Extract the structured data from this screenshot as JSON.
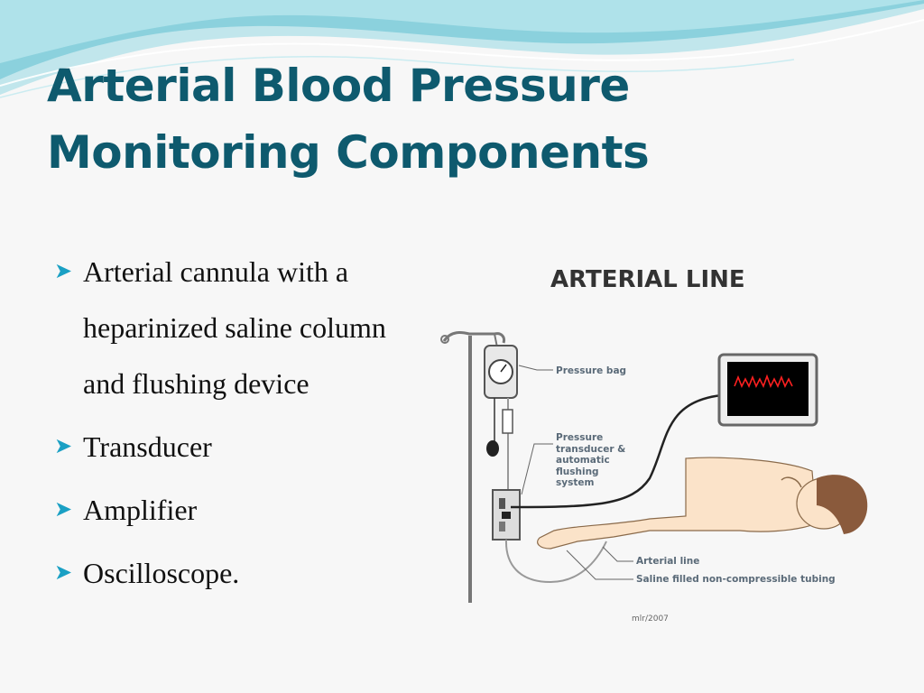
{
  "slide": {
    "title_line1": "Arterial Blood Pressure",
    "title_line2": "Monitoring Components",
    "bullets": [
      {
        "line1": "Arterial cannula with a",
        "line2": "heparinized saline column",
        "line3": "and flushing device"
      },
      {
        "line1": "Transducer"
      },
      {
        "line1": "Amplifier"
      },
      {
        "line1": "Oscilloscope."
      }
    ],
    "bullet_icon": "arrow-bullet-icon"
  },
  "diagram": {
    "title": "ARTERIAL LINE",
    "labels": {
      "pressure_bag": "Pressure bag",
      "transducer_l1": "Pressure",
      "transducer_l2": "transducer &",
      "transducer_l3": "automatic",
      "transducer_l4": "flushing",
      "transducer_l5": "system",
      "arterial_line": "Arterial line",
      "tubing": "Saline filled non-compressible tubing"
    },
    "credit": "mlr/2007"
  },
  "colors": {
    "title": "#0e5a6e",
    "bullet_arrow": "#1aa0c4",
    "wave": "#7fd0dc",
    "monitor_trace": "#ff2020"
  }
}
